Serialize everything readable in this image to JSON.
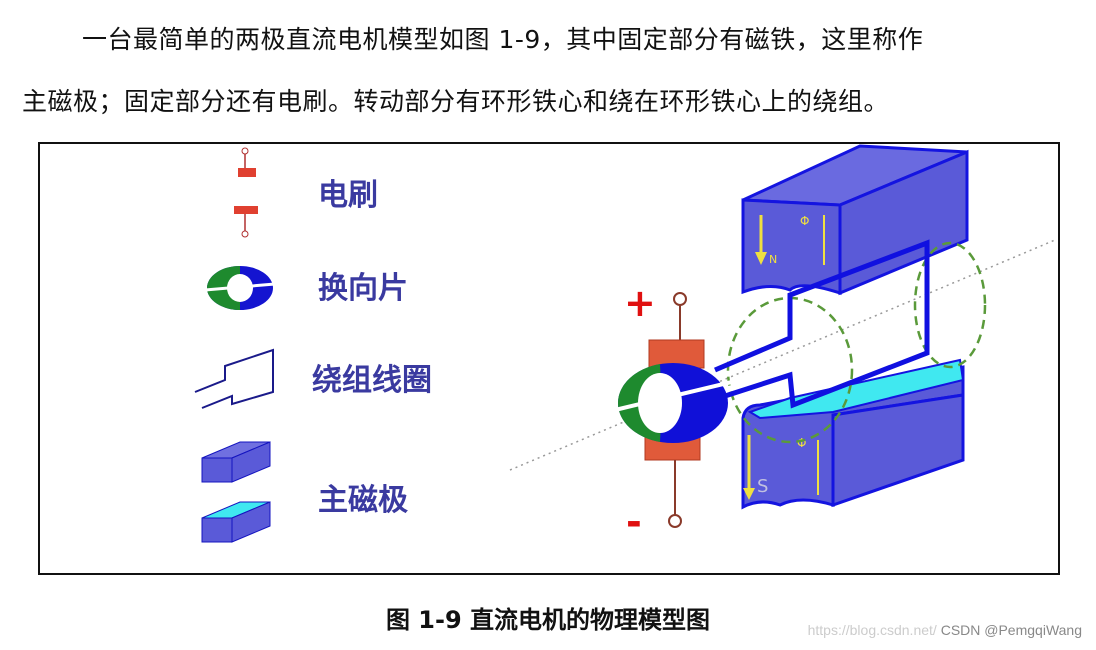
{
  "paragraph": {
    "line1": "一台最简单的两极直流电机模型如图 1-9，其中固定部分有磁铁，这里称作",
    "line2": "主磁极；固定部分还有电刷。转动部分有环形铁心和绕在环形铁心上的绕组。"
  },
  "figure": {
    "legend": [
      {
        "label": "电刷",
        "icon": "brush-icon"
      },
      {
        "label": "换向片",
        "icon": "commutator-icon"
      },
      {
        "label": "绕组线圈",
        "icon": "coil-icon"
      },
      {
        "label": "主磁极",
        "icon": "magnet-pole-icon"
      }
    ],
    "plus": "+",
    "minus": "-",
    "north": "N",
    "south": "S",
    "flux": "Φ",
    "colors": {
      "magnet": "#5a5ad8",
      "outline": "#1414e0",
      "label": "#3a3aa0",
      "brush": "#e05a3a",
      "commutator_green": "#1e8a2e",
      "face": "#40e8f0"
    }
  },
  "caption": "图 1-9 直流电机的物理模型图",
  "watermark": {
    "url": "https://blog.csdn.net/",
    "text": "CSDN @PemgqiWang"
  }
}
